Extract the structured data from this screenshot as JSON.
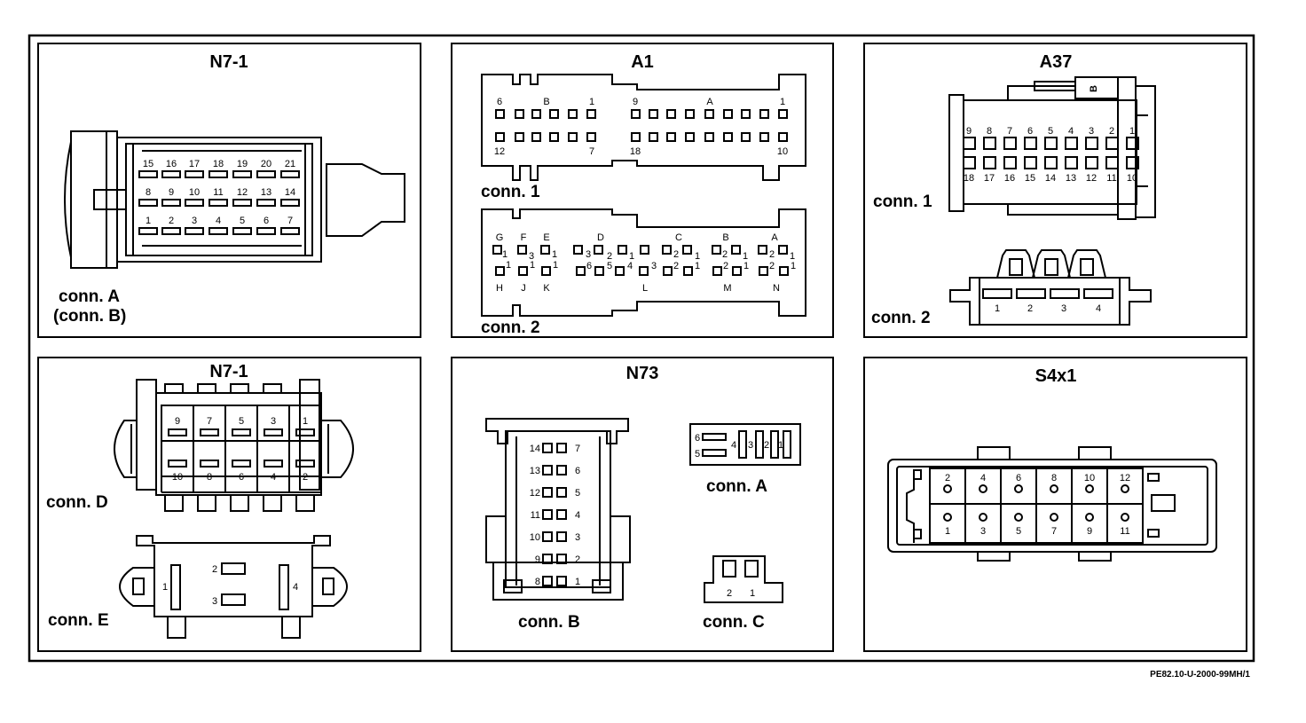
{
  "reference": "PE82.10-U-2000-99MH/1",
  "panels": {
    "n71a": {
      "title": "N7-1",
      "conn_a": "conn. A",
      "conn_b": "(conn. B)",
      "pins_top": [
        "15",
        "16",
        "17",
        "18",
        "19",
        "20",
        "21"
      ],
      "pins_mid": [
        "8",
        "9",
        "10",
        "11",
        "12",
        "13",
        "14"
      ],
      "pins_bot": [
        "1",
        "2",
        "3",
        "4",
        "5",
        "6",
        "7"
      ]
    },
    "a1": {
      "title": "A1",
      "conn_1": "conn. 1",
      "conn_2": "conn. 2",
      "c1_labels_top": [
        "6",
        "B",
        "1",
        "9",
        "A",
        "1"
      ],
      "c1_labels_bot": [
        "12",
        "7",
        "18",
        "10"
      ],
      "c2_letters_top": [
        "G",
        "F",
        "E",
        "D",
        "C",
        "B",
        "A"
      ],
      "c2_letters_bot": [
        "H",
        "J",
        "K",
        "L",
        "M",
        "N"
      ],
      "c2_nums_top": [
        "1",
        "3",
        "1",
        "3",
        "2",
        "1",
        "2",
        "1",
        "2",
        "1",
        "2",
        "1"
      ],
      "c2_nums_bot": [
        "1",
        "1",
        "1",
        "6",
        "5",
        "4",
        "3",
        "2",
        "1",
        "2",
        "1",
        "2",
        "1"
      ]
    },
    "a37": {
      "title": "A37",
      "conn_1": "conn. 1",
      "conn_2": "conn. 2",
      "tab": "B",
      "pins_top": [
        "9",
        "8",
        "7",
        "6",
        "5",
        "4",
        "3",
        "2",
        "1"
      ],
      "pins_bot": [
        "18",
        "17",
        "16",
        "15",
        "14",
        "13",
        "12",
        "11",
        "10"
      ],
      "pins_c2": [
        "1",
        "2",
        "3",
        "4"
      ]
    },
    "n71b": {
      "title": "N7-1",
      "conn_d": "conn. D",
      "conn_e": "conn. E",
      "pins_top": [
        "9",
        "7",
        "5",
        "3",
        "1"
      ],
      "pins_bot": [
        "10",
        "8",
        "6",
        "4",
        "2"
      ],
      "pins_e": [
        "1",
        "2",
        "3",
        "4"
      ]
    },
    "n73": {
      "title": "N73",
      "conn_a": "conn. A",
      "conn_b": "conn. B",
      "conn_c": "conn. C",
      "pins_b_left": [
        "14",
        "13",
        "12",
        "11",
        "10",
        "9",
        "8"
      ],
      "pins_b_right": [
        "7",
        "6",
        "5",
        "4",
        "3",
        "2",
        "1"
      ],
      "pins_a": [
        "6",
        "5",
        "4",
        "3",
        "2",
        "1"
      ],
      "pins_c": [
        "2",
        "1"
      ]
    },
    "s4x1": {
      "title": "S4x1",
      "pins_top": [
        "2",
        "4",
        "6",
        "8",
        "10",
        "12"
      ],
      "pins_bot": [
        "1",
        "3",
        "5",
        "7",
        "9",
        "11"
      ]
    }
  }
}
